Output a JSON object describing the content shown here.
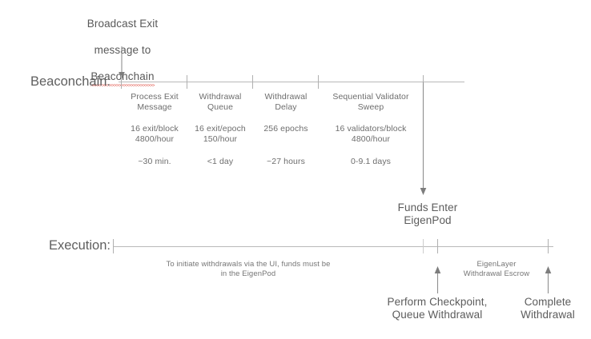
{
  "diagram": {
    "title_note": {
      "line1": "Broadcast Exit",
      "line2": "message to",
      "line3": "Beaconchain"
    },
    "rows": {
      "beaconchain_label": "Beaconchain:",
      "execution_label": "Execution:"
    },
    "beaconchain_phases": [
      {
        "name": "Process Exit\nMessage",
        "rate": "16 exit/block\n4800/hour",
        "duration": "~30 min."
      },
      {
        "name": "Withdrawal\nQueue",
        "rate": "16 exit/epoch\n150/hour",
        "duration": "<1 day"
      },
      {
        "name": "Withdrawal\nDelay",
        "rate": "256 epochs",
        "duration": "~27 hours"
      },
      {
        "name": "Sequential Validator\nSweep",
        "rate": "16 validators/block\n4800/hour",
        "duration": "0-9.1 days"
      }
    ],
    "funds_enter": "Funds Enter\nEigenPod",
    "execution_note": "To initiate withdrawals via the UI, funds must be\nin the EigenPod",
    "escrow_note": "EigenLayer\nWithdrawal Escrow",
    "checkpoint_label": "Perform Checkpoint,\nQueue Withdrawal",
    "complete_label": "Complete\nWithdrawal",
    "colors": {
      "text": "#6e6e6e",
      "line": "#b9b9b9",
      "spellcheck": "#e04a3f",
      "background": "#ffffff"
    }
  }
}
